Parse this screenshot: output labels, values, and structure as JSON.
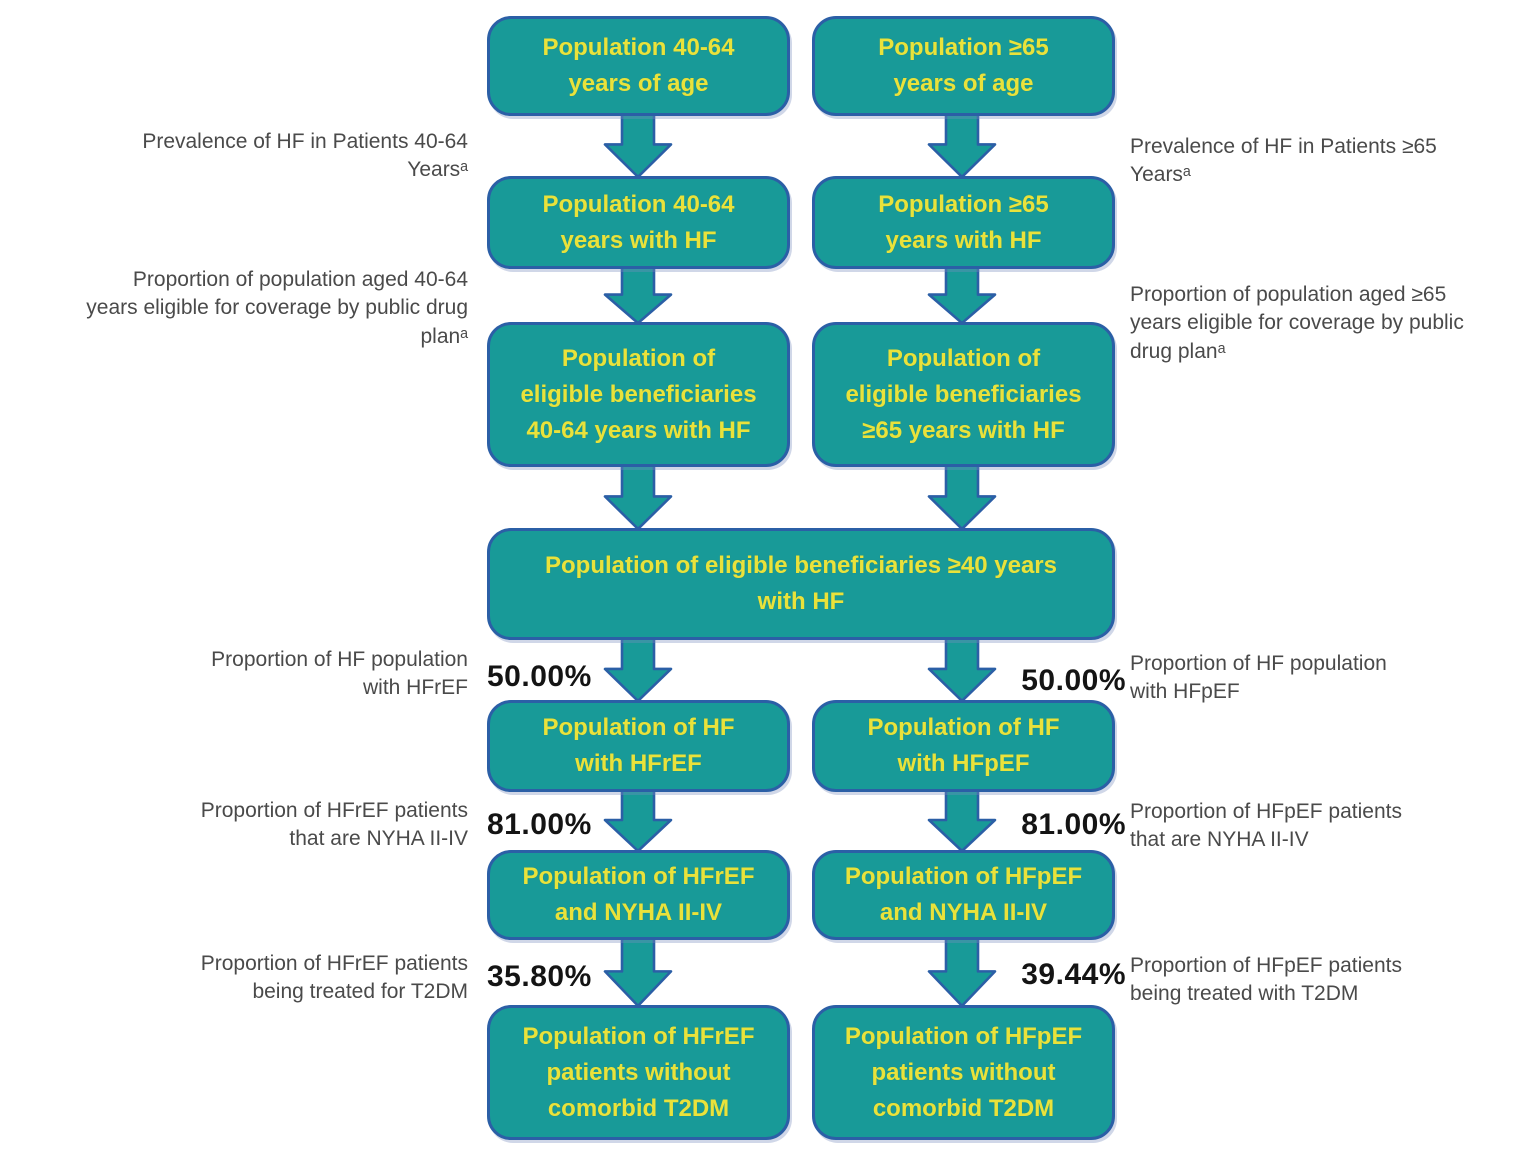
{
  "diagram": {
    "title": "HF population eligibility flowchart",
    "colors": {
      "box_fill": "#189a98",
      "box_border": "#2b5fa6",
      "box_text": "#e9e23b",
      "annotation_text": "#4a4a4a",
      "percent_text": "#141414",
      "background": "#ffffff"
    },
    "boxes": {
      "left": [
        {
          "text": "Population 40-64\nyears of age"
        },
        {
          "text": "Population 40-64\nyears with HF"
        },
        {
          "text": "Population of\neligible beneficiaries\n40-64 years with HF"
        },
        {
          "text": "Population of HF\nwith HFrEF"
        },
        {
          "text": "Population of HFrEF\nand NYHA II-IV"
        },
        {
          "text": "Population of HFrEF\npatients without\ncomorbid T2DM"
        }
      ],
      "right": [
        {
          "text": "Population ≥65\nyears of age"
        },
        {
          "text": "Population ≥65\nyears with HF"
        },
        {
          "text": "Population of\neligible beneficiaries\n≥65 years with HF"
        },
        {
          "text": "Population of HF\nwith HFpEF"
        },
        {
          "text": "Population of HFpEF\nand NYHA II-IV"
        },
        {
          "text": "Population of HFpEF\npatients without\ncomorbid T2DM"
        }
      ],
      "merged": {
        "text": "Population of eligible beneficiaries ≥40 years\nwith HF"
      }
    },
    "annotations": {
      "left": [
        {
          "text": "Prevalence of HF in Patients 40-64\nYearsᵃ"
        },
        {
          "text": "Proportion of population aged 40-64\nyears eligible for coverage by public drug\nplanᵃ"
        },
        {
          "text": "Proportion of HF population\nwith HFrEF",
          "percent": "50.00%"
        },
        {
          "text": "Proportion of HFrEF patients\nthat are NYHA II-IV",
          "percent": "81.00%"
        },
        {
          "text": "Proportion of HFrEF patients\nbeing treated for T2DM",
          "percent": "35.80%"
        }
      ],
      "right": [
        {
          "text": "Prevalence of HF in Patients ≥65\nYearsᵃ"
        },
        {
          "text": "Proportion of population aged ≥65\nyears eligible for coverage by public\ndrug planᵃ"
        },
        {
          "text": "Proportion of HF population\nwith HFpEF",
          "percent": "50.00%"
        },
        {
          "text": "Proportion of HFpEF patients\nthat are NYHA II-IV",
          "percent": "81.00%"
        },
        {
          "text": "Proportion of HFpEF patients\nbeing treated with T2DM",
          "percent": "39.44%"
        }
      ]
    }
  }
}
